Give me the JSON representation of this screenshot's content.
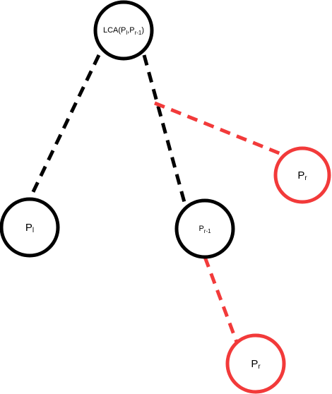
{
  "colors": {
    "primary": "#000000",
    "highlight": "#f23a3a"
  },
  "nodes": {
    "lca": {
      "text": "LCA(P",
      "sub1": "l",
      "mid": ",P",
      "sub2": "r-1",
      "end": ")",
      "color": "#000000"
    },
    "pl": {
      "base": "P",
      "sub": "l",
      "color": "#000000"
    },
    "pr1": {
      "base": "P",
      "sub": "r-1",
      "color": "#000000"
    },
    "pr_top": {
      "base": "P",
      "sub": "r",
      "color": "#f23a3a"
    },
    "pr_bottom": {
      "base": "P",
      "sub": "r",
      "color": "#f23a3a"
    }
  },
  "edges": [
    {
      "from": "lca",
      "to": "pl",
      "color": "#000000"
    },
    {
      "from": "lca",
      "to": "pr1",
      "color": "#000000"
    },
    {
      "from": "lca-edge-mid",
      "to": "pr_top",
      "color": "#f23a3a"
    },
    {
      "from": "pr1",
      "to": "pr_bottom",
      "color": "#f23a3a"
    }
  ]
}
